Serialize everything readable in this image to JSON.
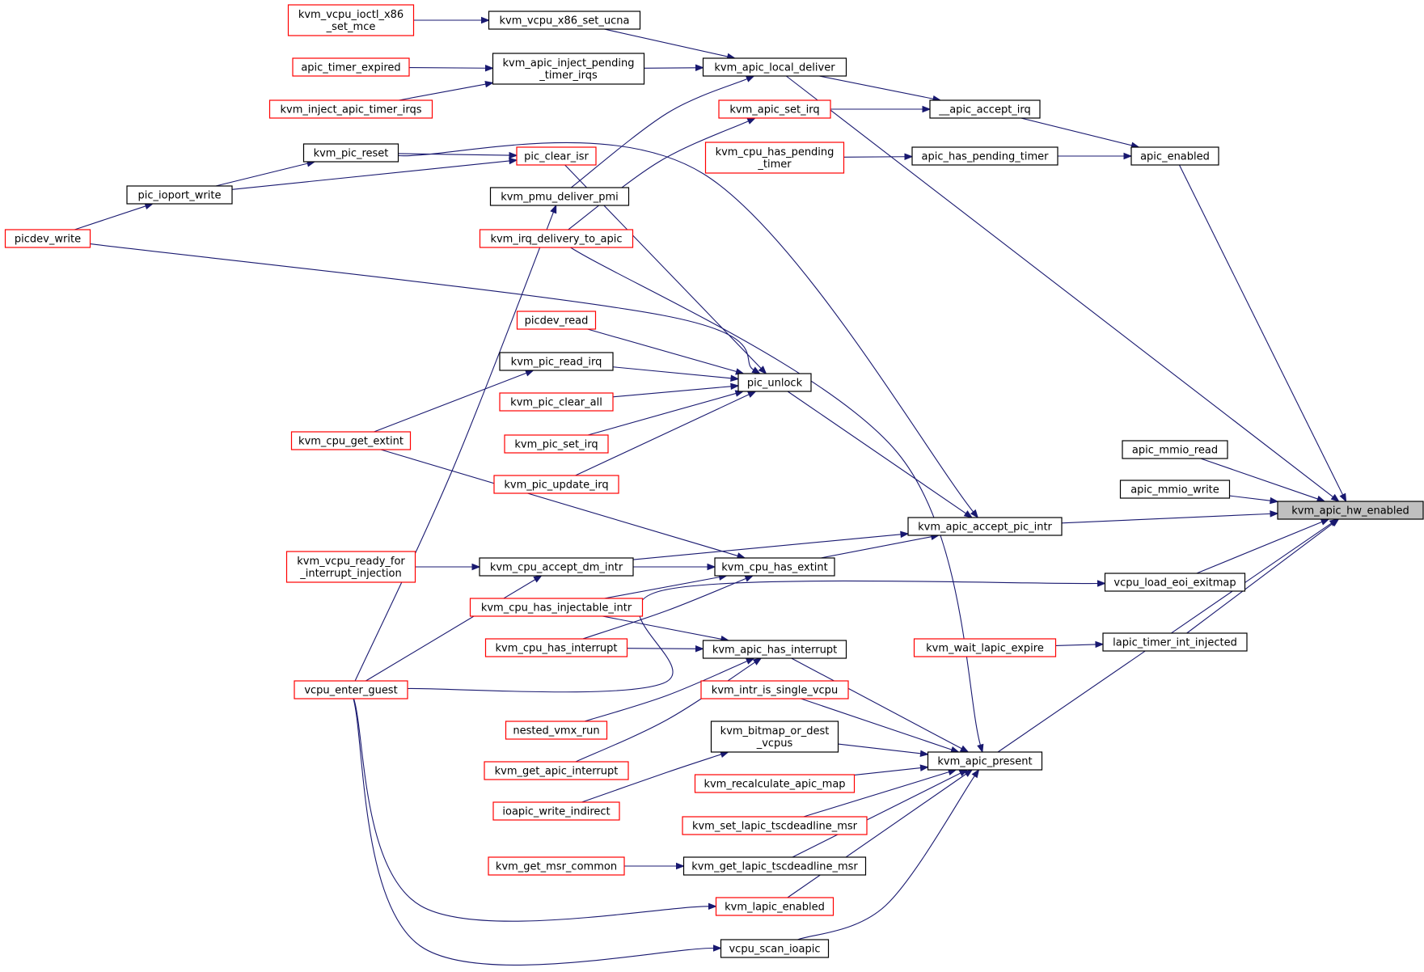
{
  "colors": {
    "edge": "#191970",
    "node_border_black": "#000000",
    "node_border_red": "#ff0000",
    "highlight_fill": "#bfbfbf"
  },
  "diagram": {
    "nodes": [
      {
        "id": "kvm_apic_hw_enabled",
        "lines": [
          "kvm_apic_hw_enabled"
        ],
        "border": "black",
        "highlight": true
      },
      {
        "id": "apic_enabled",
        "lines": [
          "apic_enabled"
        ],
        "border": "black"
      },
      {
        "id": "apic_accept_irq",
        "lines": [
          "__apic_accept_irq"
        ],
        "border": "black"
      },
      {
        "id": "kvm_apic_local_deliver",
        "lines": [
          "kvm_apic_local_deliver"
        ],
        "border": "black"
      },
      {
        "id": "kvm_vcpu_x86_set_ucna",
        "lines": [
          "kvm_vcpu_x86_set_ucna"
        ],
        "border": "black"
      },
      {
        "id": "kvm_vcpu_ioctl_x86_set_mce",
        "lines": [
          "kvm_vcpu_ioctl_x86",
          "_set_mce"
        ],
        "border": "red"
      },
      {
        "id": "kvm_apic_inject_pending_timer_irqs",
        "lines": [
          "kvm_apic_inject_pending",
          "_timer_irqs"
        ],
        "border": "black"
      },
      {
        "id": "apic_timer_expired",
        "lines": [
          "apic_timer_expired"
        ],
        "border": "red"
      },
      {
        "id": "kvm_inject_apic_timer_irqs",
        "lines": [
          "kvm_inject_apic_timer_irqs"
        ],
        "border": "red"
      },
      {
        "id": "kvm_pmu_deliver_pmi",
        "lines": [
          "kvm_pmu_deliver_pmi"
        ],
        "border": "black"
      },
      {
        "id": "kvm_apic_set_irq",
        "lines": [
          "kvm_apic_set_irq"
        ],
        "border": "red"
      },
      {
        "id": "kvm_irq_delivery_to_apic",
        "lines": [
          "kvm_irq_delivery_to_apic"
        ],
        "border": "red"
      },
      {
        "id": "apic_has_pending_timer",
        "lines": [
          "apic_has_pending_timer"
        ],
        "border": "black"
      },
      {
        "id": "kvm_cpu_has_pending_timer",
        "lines": [
          "kvm_cpu_has_pending",
          "_timer"
        ],
        "border": "red"
      },
      {
        "id": "pic_clear_isr",
        "lines": [
          "pic_clear_isr"
        ],
        "border": "red"
      },
      {
        "id": "kvm_pic_reset",
        "lines": [
          "kvm_pic_reset"
        ],
        "border": "black"
      },
      {
        "id": "pic_ioport_write",
        "lines": [
          "pic_ioport_write"
        ],
        "border": "black"
      },
      {
        "id": "picdev_write",
        "lines": [
          "picdev_write"
        ],
        "border": "red"
      },
      {
        "id": "apic_mmio_read",
        "lines": [
          "apic_mmio_read"
        ],
        "border": "black"
      },
      {
        "id": "apic_mmio_write",
        "lines": [
          "apic_mmio_write"
        ],
        "border": "black"
      },
      {
        "id": "kvm_apic_accept_pic_intr",
        "lines": [
          "kvm_apic_accept_pic_intr"
        ],
        "border": "black"
      },
      {
        "id": "pic_unlock",
        "lines": [
          "pic_unlock"
        ],
        "border": "black"
      },
      {
        "id": "picdev_read",
        "lines": [
          "picdev_read"
        ],
        "border": "red"
      },
      {
        "id": "kvm_pic_read_irq",
        "lines": [
          "kvm_pic_read_irq"
        ],
        "border": "black"
      },
      {
        "id": "kvm_pic_clear_all",
        "lines": [
          "kvm_pic_clear_all"
        ],
        "border": "red"
      },
      {
        "id": "kvm_pic_set_irq",
        "lines": [
          "kvm_pic_set_irq"
        ],
        "border": "red"
      },
      {
        "id": "kvm_pic_update_irq",
        "lines": [
          "kvm_pic_update_irq"
        ],
        "border": "red"
      },
      {
        "id": "kvm_cpu_get_extint",
        "lines": [
          "kvm_cpu_get_extint"
        ],
        "border": "red"
      },
      {
        "id": "kvm_cpu_has_extint",
        "lines": [
          "kvm_cpu_has_extint"
        ],
        "border": "black"
      },
      {
        "id": "kvm_cpu_accept_dm_intr",
        "lines": [
          "kvm_cpu_accept_dm_intr"
        ],
        "border": "black"
      },
      {
        "id": "kvm_vcpu_ready_for_interrupt_injection",
        "lines": [
          "kvm_vcpu_ready_for",
          "_interrupt_injection"
        ],
        "border": "red"
      },
      {
        "id": "kvm_cpu_has_injectable_intr",
        "lines": [
          "kvm_cpu_has_injectable_intr"
        ],
        "border": "red"
      },
      {
        "id": "vcpu_load_eoi_exitmap",
        "lines": [
          "vcpu_load_eoi_exitmap"
        ],
        "border": "black"
      },
      {
        "id": "kvm_cpu_has_interrupt",
        "lines": [
          "kvm_cpu_has_interrupt"
        ],
        "border": "red"
      },
      {
        "id": "kvm_apic_has_interrupt",
        "lines": [
          "kvm_apic_has_interrupt"
        ],
        "border": "black"
      },
      {
        "id": "lapic_timer_int_injected",
        "lines": [
          "lapic_timer_int_injected"
        ],
        "border": "black"
      },
      {
        "id": "kvm_wait_lapic_expire",
        "lines": [
          "kvm_wait_lapic_expire"
        ],
        "border": "red"
      },
      {
        "id": "vcpu_enter_guest",
        "lines": [
          "vcpu_enter_guest"
        ],
        "border": "red"
      },
      {
        "id": "kvm_intr_is_single_vcpu",
        "lines": [
          "kvm_intr_is_single_vcpu"
        ],
        "border": "red"
      },
      {
        "id": "nested_vmx_run",
        "lines": [
          "nested_vmx_run"
        ],
        "border": "red"
      },
      {
        "id": "kvm_bitmap_or_dest_vcpus",
        "lines": [
          "kvm_bitmap_or_dest",
          "_vcpus"
        ],
        "border": "black"
      },
      {
        "id": "kvm_apic_present",
        "lines": [
          "kvm_apic_present"
        ],
        "border": "black"
      },
      {
        "id": "kvm_get_apic_interrupt",
        "lines": [
          "kvm_get_apic_interrupt"
        ],
        "border": "red"
      },
      {
        "id": "kvm_recalculate_apic_map",
        "lines": [
          "kvm_recalculate_apic_map"
        ],
        "border": "red"
      },
      {
        "id": "ioapic_write_indirect",
        "lines": [
          "ioapic_write_indirect"
        ],
        "border": "red"
      },
      {
        "id": "kvm_set_lapic_tscdeadline_msr",
        "lines": [
          "kvm_set_lapic_tscdeadline_msr"
        ],
        "border": "red"
      },
      {
        "id": "kvm_get_msr_common",
        "lines": [
          "kvm_get_msr_common"
        ],
        "border": "red"
      },
      {
        "id": "kvm_get_lapic_tscdeadline_msr",
        "lines": [
          "kvm_get_lapic_tscdeadline_msr"
        ],
        "border": "black"
      },
      {
        "id": "kvm_lapic_enabled",
        "lines": [
          "kvm_lapic_enabled"
        ],
        "border": "red"
      },
      {
        "id": "vcpu_scan_ioapic",
        "lines": [
          "vcpu_scan_ioapic"
        ],
        "border": "black"
      }
    ],
    "edges": [
      {
        "from": "apic_enabled",
        "to": "kvm_apic_hw_enabled"
      },
      {
        "from": "kvm_apic_local_deliver",
        "to": "kvm_apic_hw_enabled"
      },
      {
        "from": "apic_mmio_read",
        "to": "kvm_apic_hw_enabled"
      },
      {
        "from": "apic_mmio_write",
        "to": "kvm_apic_hw_enabled"
      },
      {
        "from": "kvm_apic_accept_pic_intr",
        "to": "kvm_apic_hw_enabled"
      },
      {
        "from": "vcpu_load_eoi_exitmap",
        "to": "kvm_apic_hw_enabled"
      },
      {
        "from": "lapic_timer_int_injected",
        "to": "kvm_apic_hw_enabled"
      },
      {
        "from": "kvm_apic_present",
        "to": "kvm_apic_hw_enabled"
      },
      {
        "from": "apic_accept_irq",
        "to": "apic_enabled"
      },
      {
        "from": "apic_has_pending_timer",
        "to": "apic_enabled"
      },
      {
        "from": "kvm_apic_local_deliver",
        "to": "apic_accept_irq"
      },
      {
        "from": "kvm_apic_set_irq",
        "to": "apic_accept_irq"
      },
      {
        "from": "kvm_vcpu_x86_set_ucna",
        "to": "kvm_apic_local_deliver"
      },
      {
        "from": "kvm_apic_inject_pending_timer_irqs",
        "to": "kvm_apic_local_deliver"
      },
      {
        "from": "kvm_pmu_deliver_pmi",
        "to": "kvm_apic_local_deliver"
      },
      {
        "from": "kvm_vcpu_ioctl_x86_set_mce",
        "to": "kvm_vcpu_x86_set_ucna"
      },
      {
        "from": "apic_timer_expired",
        "to": "kvm_apic_inject_pending_timer_irqs"
      },
      {
        "from": "kvm_inject_apic_timer_irqs",
        "to": "kvm_apic_inject_pending_timer_irqs"
      },
      {
        "from": "kvm_irq_delivery_to_apic",
        "to": "kvm_apic_set_irq"
      },
      {
        "from": "kvm_cpu_has_pending_timer",
        "to": "apic_has_pending_timer"
      },
      {
        "from": "pic_ioport_write",
        "to": "kvm_pic_reset"
      },
      {
        "from": "kvm_pic_reset",
        "to": "pic_clear_isr"
      },
      {
        "from": "pic_ioport_write",
        "to": "pic_clear_isr"
      },
      {
        "from": "picdev_write",
        "to": "pic_ioport_write"
      },
      {
        "from": "kvm_pic_reset",
        "to": "kvm_apic_accept_pic_intr"
      },
      {
        "from": "kvm_cpu_accept_dm_intr",
        "to": "kvm_apic_accept_pic_intr"
      },
      {
        "from": "kvm_cpu_has_extint",
        "to": "kvm_apic_accept_pic_intr"
      },
      {
        "from": "pic_clear_isr",
        "to": "pic_unlock"
      },
      {
        "from": "picdev_write",
        "to": "pic_unlock"
      },
      {
        "from": "picdev_read",
        "to": "pic_unlock"
      },
      {
        "from": "kvm_pic_read_irq",
        "to": "pic_unlock"
      },
      {
        "from": "kvm_pic_clear_all",
        "to": "pic_unlock"
      },
      {
        "from": "kvm_pic_set_irq",
        "to": "pic_unlock"
      },
      {
        "from": "kvm_pic_update_irq",
        "to": "pic_unlock"
      },
      {
        "from": "pic_unlock",
        "to": "kvm_apic_accept_pic_intr"
      },
      {
        "from": "kvm_cpu_get_extint",
        "to": "kvm_pic_read_irq"
      },
      {
        "from": "kvm_cpu_get_extint",
        "to": "kvm_cpu_has_extint"
      },
      {
        "from": "kvm_cpu_accept_dm_intr",
        "to": "kvm_cpu_has_extint"
      },
      {
        "from": "kvm_cpu_has_injectable_intr",
        "to": "kvm_cpu_has_extint"
      },
      {
        "from": "kvm_cpu_has_interrupt",
        "to": "kvm_cpu_has_extint"
      },
      {
        "from": "kvm_vcpu_ready_for_interrupt_injection",
        "to": "kvm_cpu_accept_dm_intr"
      },
      {
        "from": "vcpu_enter_guest",
        "to": "kvm_cpu_accept_dm_intr"
      },
      {
        "from": "vcpu_enter_guest",
        "to": "kvm_pmu_deliver_pmi"
      },
      {
        "from": "vcpu_enter_guest",
        "to": "vcpu_load_eoi_exitmap"
      },
      {
        "from": "kvm_cpu_has_injectable_intr",
        "to": "kvm_apic_has_interrupt"
      },
      {
        "from": "kvm_cpu_has_interrupt",
        "to": "kvm_apic_has_interrupt"
      },
      {
        "from": "nested_vmx_run",
        "to": "kvm_apic_has_interrupt"
      },
      {
        "from": "kvm_get_apic_interrupt",
        "to": "kvm_apic_has_interrupt"
      },
      {
        "from": "kvm_wait_lapic_expire",
        "to": "lapic_timer_int_injected"
      },
      {
        "from": "kvm_irq_delivery_to_apic",
        "to": "kvm_apic_present"
      },
      {
        "from": "kvm_apic_has_interrupt",
        "to": "kvm_apic_present"
      },
      {
        "from": "kvm_intr_is_single_vcpu",
        "to": "kvm_apic_present"
      },
      {
        "from": "kvm_bitmap_or_dest_vcpus",
        "to": "kvm_apic_present"
      },
      {
        "from": "kvm_recalculate_apic_map",
        "to": "kvm_apic_present"
      },
      {
        "from": "kvm_set_lapic_tscdeadline_msr",
        "to": "kvm_apic_present"
      },
      {
        "from": "kvm_get_lapic_tscdeadline_msr",
        "to": "kvm_apic_present"
      },
      {
        "from": "kvm_lapic_enabled",
        "to": "kvm_apic_present"
      },
      {
        "from": "vcpu_scan_ioapic",
        "to": "kvm_apic_present"
      },
      {
        "from": "ioapic_write_indirect",
        "to": "kvm_bitmap_or_dest_vcpus"
      },
      {
        "from": "kvm_get_msr_common",
        "to": "kvm_get_lapic_tscdeadline_msr"
      },
      {
        "from": "vcpu_enter_guest",
        "to": "kvm_lapic_enabled"
      },
      {
        "from": "vcpu_enter_guest",
        "to": "vcpu_scan_ioapic"
      }
    ]
  }
}
